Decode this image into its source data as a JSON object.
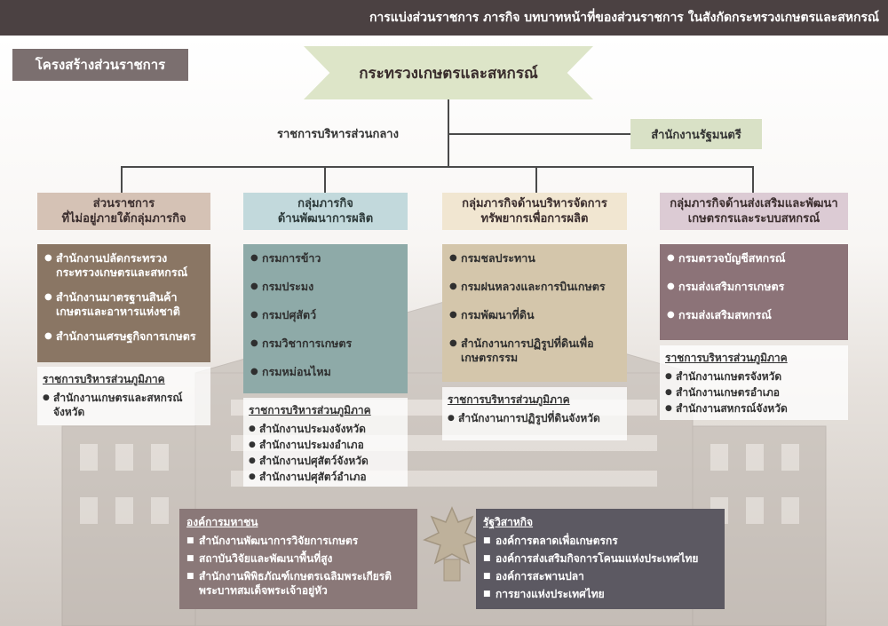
{
  "header": {
    "title": "การแบ่งส่วนราชการ ภารกิจ บทบาทหน้าที่ของส่วนราชการ ในสังกัดกระทรวงเกษตรและสหกรณ์"
  },
  "structure_label": "โครงสร้างส่วนราชการ",
  "ministry": "กระทรวงเกษตรและสหกรณ์",
  "central_admin": "ราชการบริหารส่วนกลาง",
  "pm_office": "สำนักงานรัฐมนตรี",
  "groups": [
    {
      "title_line1": "ส่วนราชการ",
      "title_line2": "ที่ไม่อยู่ภายใต้กลุ่มภารกิจ",
      "items": [
        "สำนักงานปลัดกระทรวง กระทรวงเกษตรและสหกรณ์",
        "สำนักงานมาตรฐานสินค้า เกษตรและอาหารแห่งชาติ",
        "สำนักงานเศรษฐกิจการเกษตร"
      ],
      "regional_title": "ราชการบริหารส่วนภูมิภาค",
      "regional_items": [
        "สำนักงานเกษตรและสหกรณ์ จังหวัด"
      ]
    },
    {
      "title_line1": "กลุ่มภารกิจ",
      "title_line2": "ด้านพัฒนาการผลิต",
      "items": [
        "กรมการข้าว",
        "กรมประมง",
        "กรมปศุสัตว์",
        "กรมวิชาการเกษตร",
        "กรมหม่อนไหม"
      ],
      "regional_title": "ราชการบริหารส่วนภูมิภาค",
      "regional_items": [
        "สำนักงานประมงจังหวัด",
        "สำนักงานประมงอำเภอ",
        "สำนักงานปศุสัตว์จังหวัด",
        "สำนักงานปศุสัตว์อำเภอ"
      ]
    },
    {
      "title_line1": "กลุ่มภารกิจด้านบริหารจัดการ",
      "title_line2": "ทรัพยากรเพื่อการผลิต",
      "items": [
        "กรมชลประทาน",
        "กรมฝนหลวงและการบินเกษตร",
        "กรมพัฒนาที่ดิน",
        "สำนักงานการปฏิรูปที่ดินเพื่อ เกษตรกรรม"
      ],
      "regional_title": "ราชการบริหารส่วนภูมิภาค",
      "regional_items": [
        "สำนักงานการปฏิรูปที่ดินจังหวัด"
      ]
    },
    {
      "title_line1": "กลุ่มภารกิจด้านส่งเสริมและพัฒนา",
      "title_line2": "เกษตรกรและระบบสหกรณ์",
      "items": [
        "กรมตรวจบัญชีสหกรณ์",
        "กรมส่งเสริมการเกษตร",
        "กรมส่งเสริมสหกรณ์"
      ],
      "regional_title": "ราชการบริหารส่วนภูมิภาค",
      "regional_items": [
        "สำนักงานเกษตรจังหวัด",
        "สำนักงานเกษตรอำเภอ",
        "สำนักงานสหกรณ์จังหวัด"
      ]
    }
  ],
  "public_org": {
    "title": "องค์การมหาชน",
    "items": [
      "สำนักงานพัฒนาการวิจัยการเกษตร",
      "สถาบันวิจัยและพัฒนาพื้นที่สูง",
      "สำนักงานพิพิธภัณฑ์เกษตรเฉลิมพระเกียรติ พระบาทสมเด็จพระเจ้าอยู่หัว"
    ]
  },
  "state_enterprise": {
    "title": "รัฐวิสาหกิจ",
    "items": [
      "องค์การตลาดเพื่อเกษตรกร",
      "องค์การส่งเสริมกิจการโคนมแห่งประเทศไทย",
      "องค์การสะพานปลา",
      "การยางแห่งประเทศไทย"
    ]
  },
  "colors": {
    "header_bg": "#4b4142",
    "group1_head": "#d5c2b5",
    "group1_box": "#8a7664",
    "group2_head": "#c2d9dc",
    "group2_box": "#8eaaa8",
    "group3_head": "#f1e6d1",
    "group3_box": "#d4c6ab",
    "group4_head": "#dccbd4",
    "group4_box": "#8c7378",
    "public_org": "#8a7878",
    "state_enterprise": "#5c5962"
  }
}
